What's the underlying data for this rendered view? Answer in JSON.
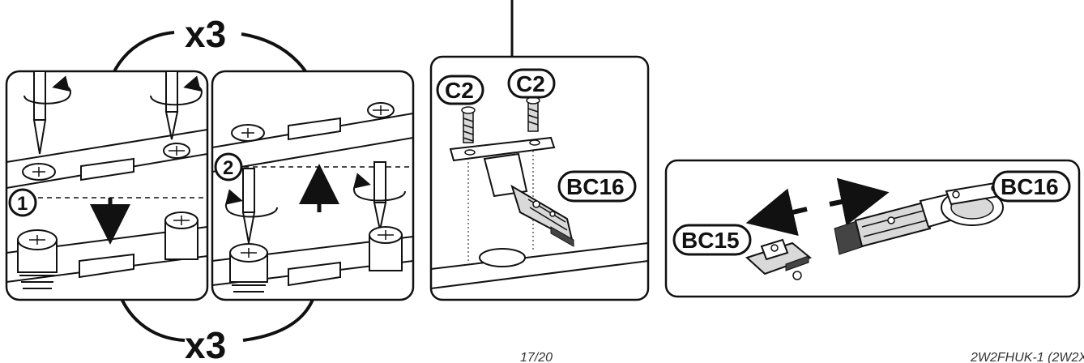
{
  "step_left": {
    "repeat_top": "x3",
    "repeat_bottom": "x3",
    "marker_1": "1",
    "marker_2": "2"
  },
  "step_middle": {
    "screw_label_1": "C2",
    "screw_label_2": "C2",
    "part_label": "BC16"
  },
  "step_right": {
    "hinge_label": "BC16",
    "plate_label": "BC15"
  },
  "footer": {
    "page_number": "17/20",
    "doc_code": "2W2FHUK-1 (2W2X"
  }
}
